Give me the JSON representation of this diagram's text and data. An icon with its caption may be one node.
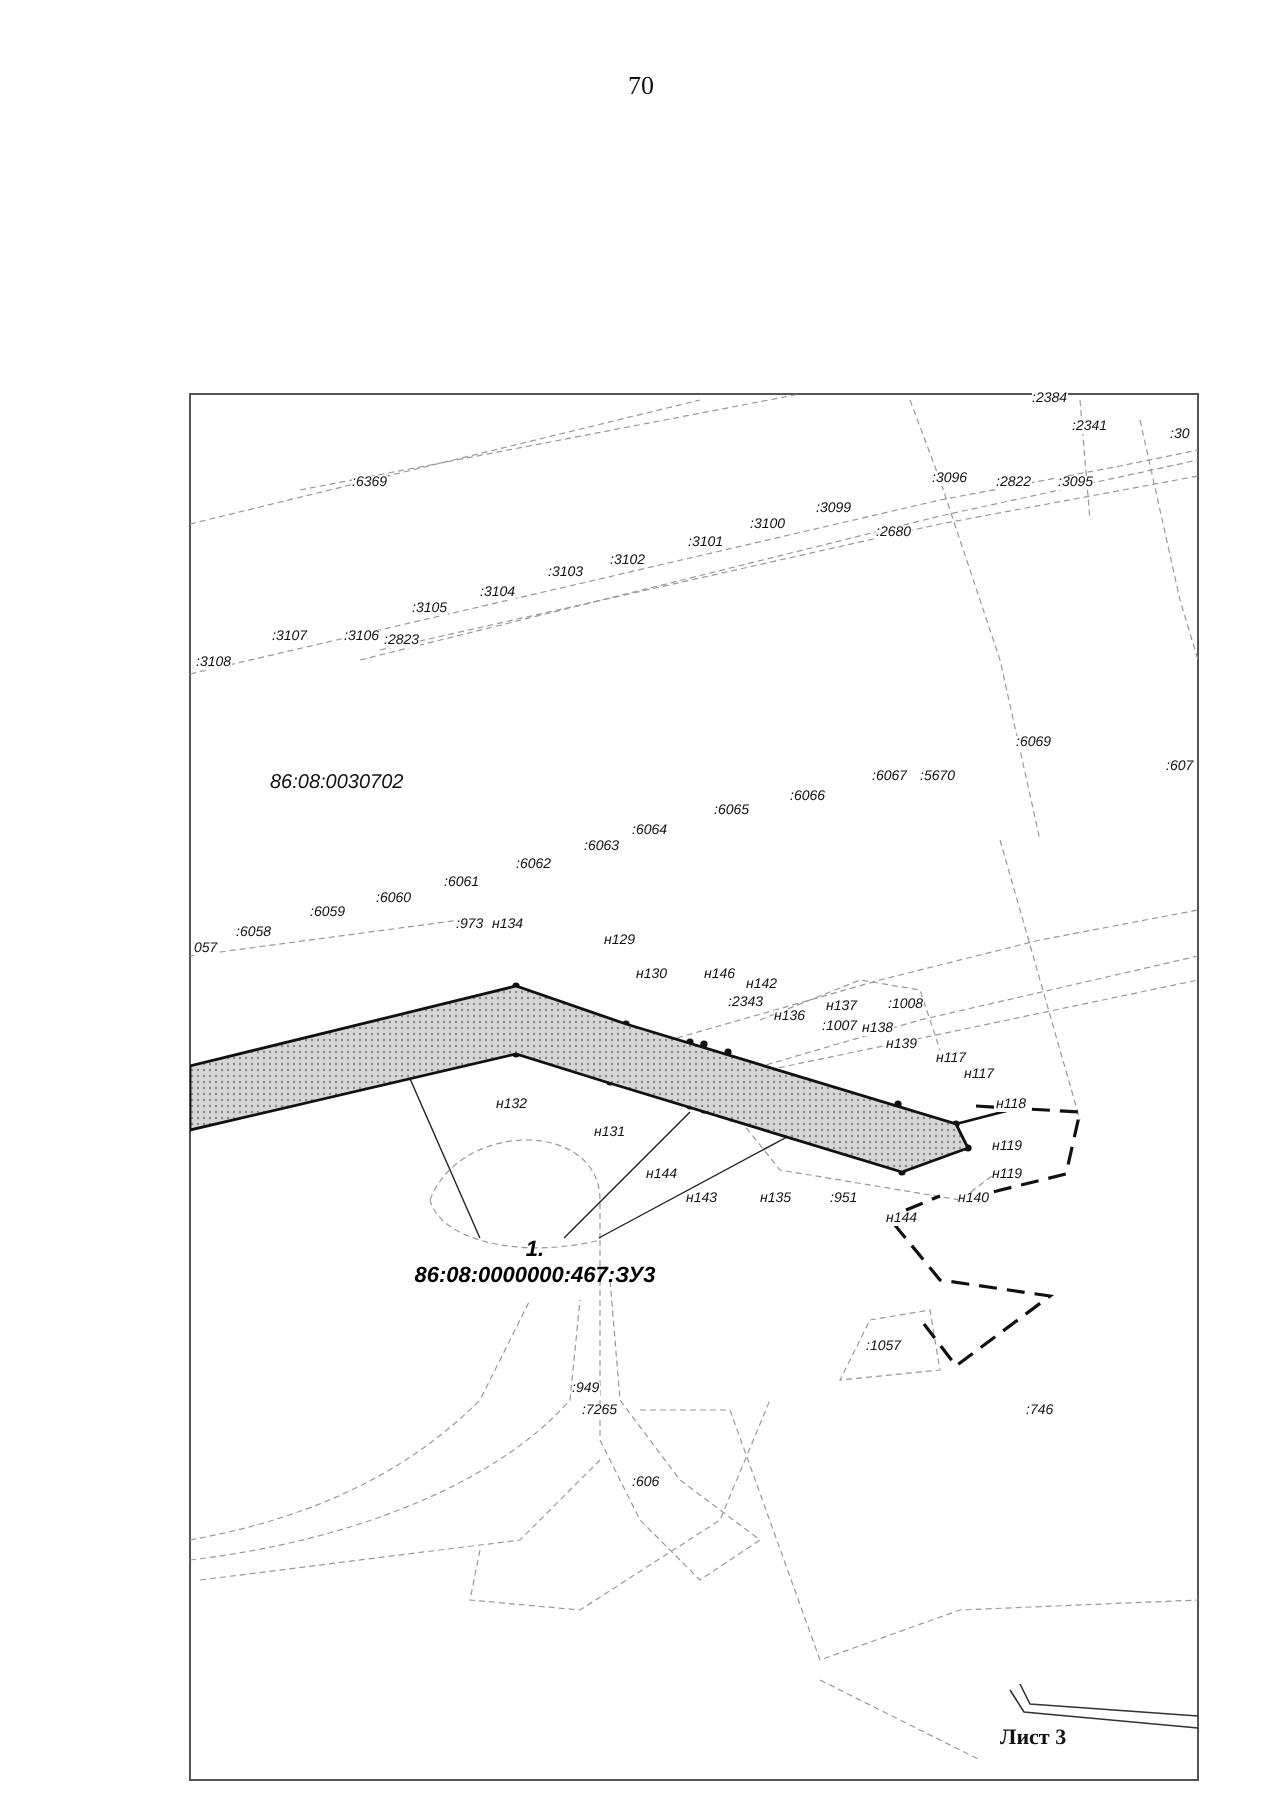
{
  "diagram": {
    "nodes": [
      {
        "text": [
          "1.",
          "86:08:0000000:467:ЗУ3"
        ]
      },
      {
        "text": [],
        "shape": "band"
      }
    ],
    "edges": [
      {
        "from": 0,
        "to": 1,
        "arrow": "none"
      },
      {
        "from": 0,
        "to": 1,
        "arrow": "none"
      },
      {
        "from": 0,
        "to": 1,
        "arrow": "none"
      }
    ],
    "labels": [
      "70",
      ":2384",
      ":2341",
      ":30",
      ":6369",
      ":3096",
      ":2822",
      ":3095",
      ":3099",
      ":3100",
      ":2680",
      ":3101",
      ":3102",
      ":3103",
      ":3104",
      ":3105",
      ":3107",
      ":3106",
      ":2823",
      ":3108",
      ":6069",
      ":607",
      "86:08:0030702",
      ":6067",
      ":5670",
      ":6066",
      ":6065",
      ":6064",
      ":6063",
      ":6062",
      ":6061",
      ":6060",
      ":6059",
      ":6058",
      "057",
      ":973",
      "н134",
      "н129",
      "н130",
      "н146",
      "н142",
      ":2343",
      "н136",
      "н137",
      ":1008",
      ":1007",
      "н138",
      "н139",
      "н117",
      "н117",
      "н132",
      "н118",
      "н131",
      "н119",
      "н144",
      "н119",
      "н143",
      "н135",
      ":951",
      "н140",
      "н144",
      ":1057",
      ":949",
      ":7265",
      ":746",
      ":606",
      "Лист 3"
    ]
  }
}
